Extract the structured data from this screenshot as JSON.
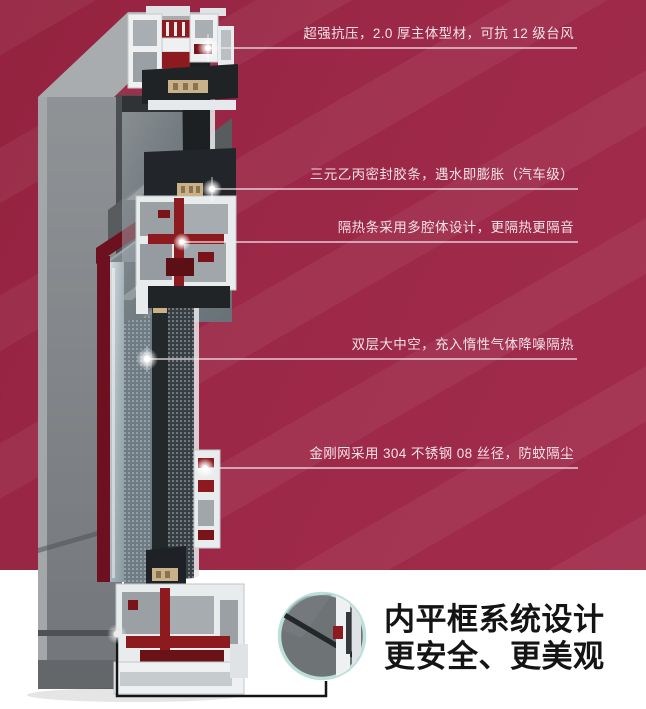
{
  "poster": {
    "callouts": [
      {
        "label": "超强抗压，2.0 厚主体型材，可抗 12 级台风"
      },
      {
        "label": "三元乙丙密封胶条，遇水即膨胀（汽车级）"
      },
      {
        "label": "隔热条采用多腔体设计，更隔热更隔音"
      },
      {
        "label": "双层大中空，充入惰性气体降噪隔热"
      },
      {
        "label": "金刚网采用 304 不锈钢 08 丝径，防蚊隔尘"
      }
    ],
    "footer": {
      "line1": "内平框系统设计",
      "line2": "更安全、更美观"
    },
    "illustration": "aluminum-window-corner-cross-section-render",
    "detail_inset": "inner-flat-frame-profile-closeup",
    "colors": {
      "background": "#9c2847",
      "background_stripe_highlight": "#a73052",
      "footer_background": "#ffffff",
      "callout_text": "#f2e2e8",
      "leader_line": "#f4e9ed",
      "footer_text": "#141414",
      "detail_ring": "#bcdfd9",
      "profile_red": "#8c1a1f",
      "thermal_strip_tan": "#c9b189",
      "wall_gray": "#83878a"
    }
  }
}
